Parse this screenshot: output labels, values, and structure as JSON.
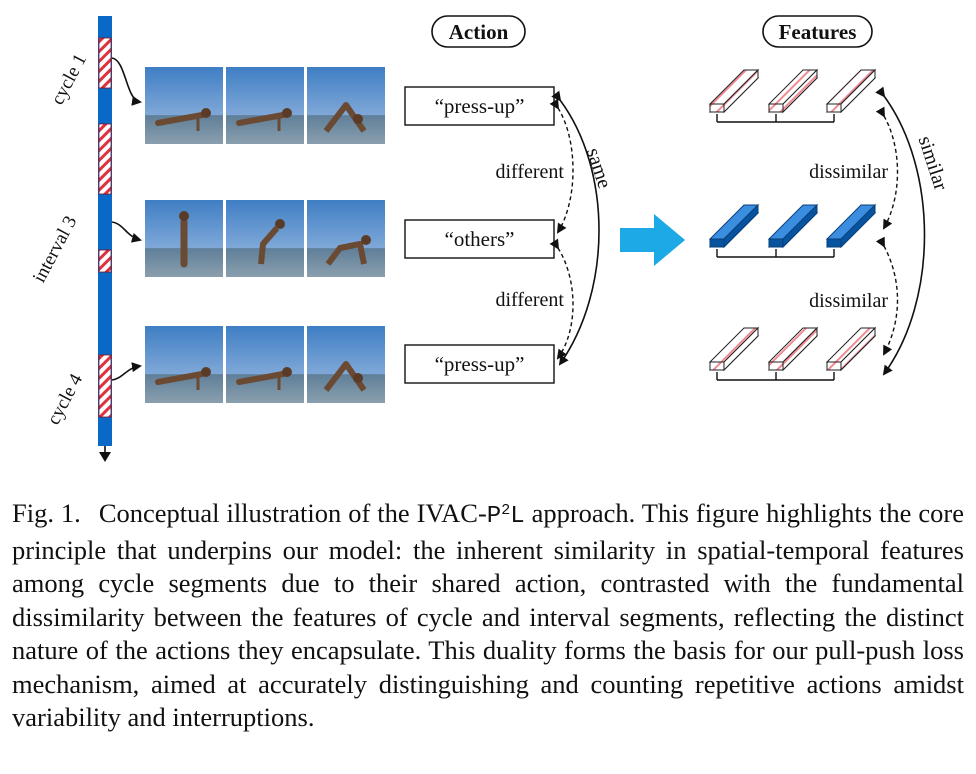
{
  "headings": {
    "action": "Action",
    "features": "Features"
  },
  "timeline": {
    "segments": [
      {
        "label": "cycle 1"
      },
      {
        "label": "interval 3"
      },
      {
        "label": "cycle 4"
      }
    ]
  },
  "actions": {
    "labels": [
      "“press-up”",
      "“others”",
      "“press-up”"
    ],
    "between": [
      "different",
      "different"
    ],
    "outer": "same"
  },
  "features": {
    "between": [
      "dissimilar",
      "dissimilar"
    ],
    "outer": "similar"
  },
  "colors": {
    "blue": "#0a69c6",
    "arrow": "#1da8e6",
    "hatch": "#e0323c"
  },
  "caption": {
    "lead": "Fig. 1.",
    "pre": "Conceptual illustration of the IVAC-",
    "code_base": "P",
    "code_sup": "2",
    "code_tail": "L",
    "post": " approach. This figure highlights the core principle that underpins our model: the inherent similarity in spatial-temporal features among cycle segments due to their shared action, contrasted with the fundamental dissimilarity between the features of cycle and interval segments, reflecting the distinct nature of the actions they encapsulate. This duality forms the basis for our pull-push loss mechanism, aimed at accurately distinguishing and counting repetitive actions amidst variability and interruptions."
  }
}
